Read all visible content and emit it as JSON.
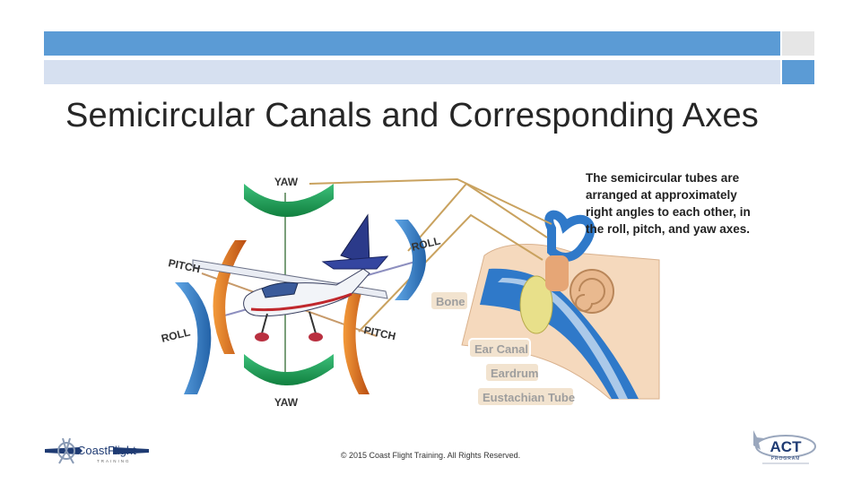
{
  "slide": {
    "title": "Semicircular Canals and Corresponding Axes"
  },
  "illustration": {
    "axis_labels": {
      "yaw_top": "YAW",
      "yaw_bottom": "YAW",
      "pitch_left": "PITCH",
      "pitch_right": "PITCH",
      "roll_left": "ROLL",
      "roll_right": "ROLL"
    },
    "ear_labels": {
      "bone": "Bone",
      "ear_canal": "Ear Canal",
      "eardrum": "Eardrum",
      "eustachian_tube": "Eustachian Tube"
    },
    "caption_lines": [
      "The semicircular tubes are",
      "arranged at approximately",
      "right angles to each other, in",
      "the roll, pitch, and yaw axes."
    ],
    "colors": {
      "yaw_arrow": "#1a9a55",
      "pitch_arrow": "#d9661f",
      "roll_arrow": "#3b7fc4",
      "label_box": "#f2e3cf"
    }
  },
  "footer": {
    "copyright": "© 2015 Coast Flight Training. All Rights Reserved."
  },
  "logos": {
    "left_brand": "CoastFlight",
    "left_sub": "TRAINING",
    "right_brand": "ACT",
    "right_sub": "PROGRAM"
  }
}
